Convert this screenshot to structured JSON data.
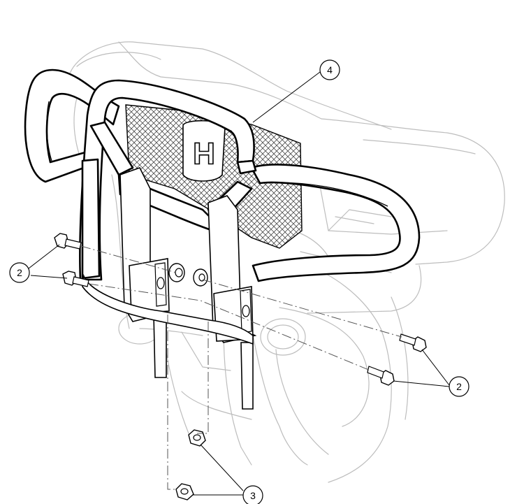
{
  "callouts": {
    "top_right_label": "4",
    "left_label": "2",
    "right_label": "2",
    "bottom_label": "3"
  },
  "emblem_letter": "H"
}
